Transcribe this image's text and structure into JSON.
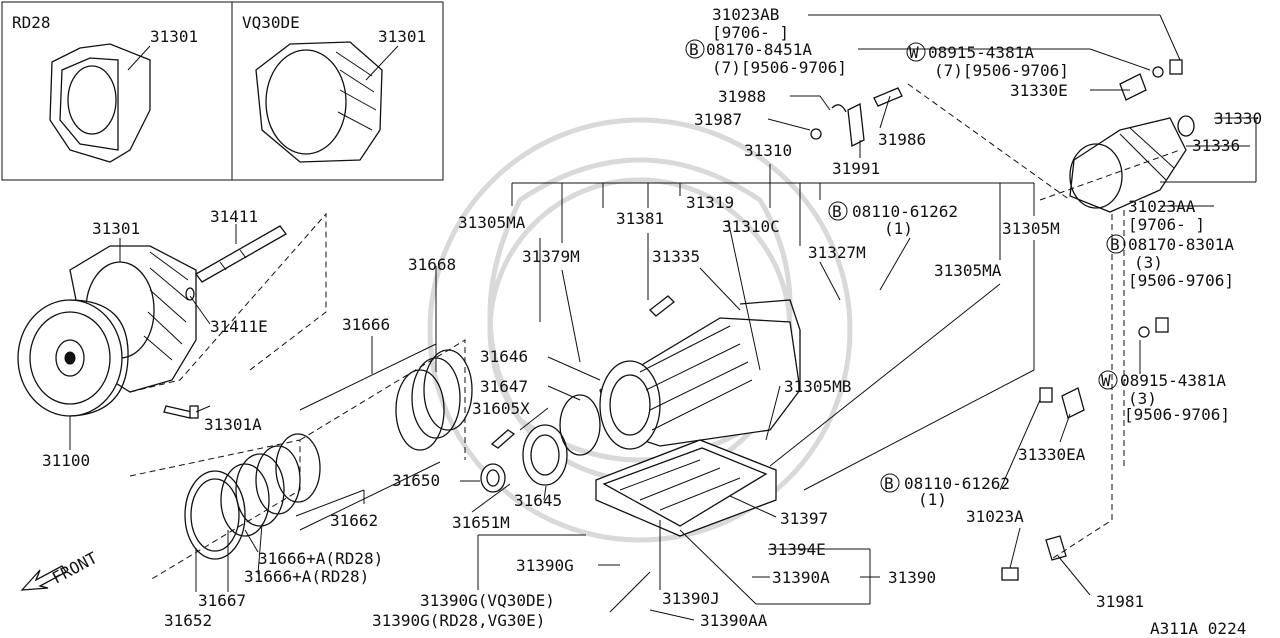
{
  "diagram_code": "A311A 0224",
  "inset_boxes": [
    {
      "title": "RD28",
      "part": "31301"
    },
    {
      "title": "VQ30DE",
      "part": "31301"
    }
  ],
  "front_label": "FRONT",
  "callouts": {
    "c31023AB": "31023AB",
    "c9706a": "[9706-    ]",
    "cB08170_8451A": "08170-8451A",
    "c7_9506a": "(7)[9506-9706]",
    "cW08915_4381A": "08915-4381A",
    "c7_9506b": "(7)[9506-9706]",
    "c31330E": "31330E",
    "c31330": "31330",
    "c31336": "31336",
    "c31988": "31988",
    "c31987": "31987",
    "c31986": "31986",
    "c31991": "31991",
    "c31310": "31310",
    "c31319": "31319",
    "c31023AA": "31023AA",
    "c9706b": "[9706-    ]",
    "cB08170_8301A": "08170-8301A",
    "c3a": "(3)",
    "c9506c": "[9506-9706]",
    "c31305MA_a": "31305MA",
    "c31381": "31381",
    "c31310C": "31310C",
    "cB08110_61262a": "08110-61262",
    "c1a": "(1)",
    "c31305M": "31305M",
    "c31379M": "31379M",
    "c31335": "31335",
    "c31327M": "31327M",
    "c31305MA_b": "31305MA",
    "c31301": "31301",
    "c31411": "31411",
    "c31411E": "31411E",
    "c31668": "31668",
    "c31666": "31666",
    "c31646": "31646",
    "c31647": "31647",
    "c31605X": "31605X",
    "c31305MB": "31305MB",
    "cW08915_4381A_b": "08915-4381A",
    "c3b": "(3)",
    "c9506d": "[9506-9706]",
    "c31301A": "31301A",
    "c31100": "31100",
    "c31330EA": "31330EA",
    "c31650": "31650",
    "cB08110_61262b": "08110-61262",
    "c1b": "(1)",
    "c31645": "31645",
    "c31651M": "31651M",
    "c31662": "31662",
    "c31397": "31397",
    "c31023A": "31023A",
    "c31394E": "31394E",
    "c31666A_1": "31666+A(RD28)",
    "c31666A_2": "31666+A(RD28)",
    "c31390G": "31390G",
    "c31390A": "31390A",
    "c31390": "31390",
    "c31667": "31667",
    "c31390J": "31390J",
    "c31981": "31981",
    "c31390G_VQ": "31390G(VQ30DE)",
    "c31652": "31652",
    "c31390G_RD": "31390G(RD28,VG30E)",
    "c31390AA": "31390AA"
  },
  "markers": {
    "bolt": "B",
    "washer": "W"
  }
}
